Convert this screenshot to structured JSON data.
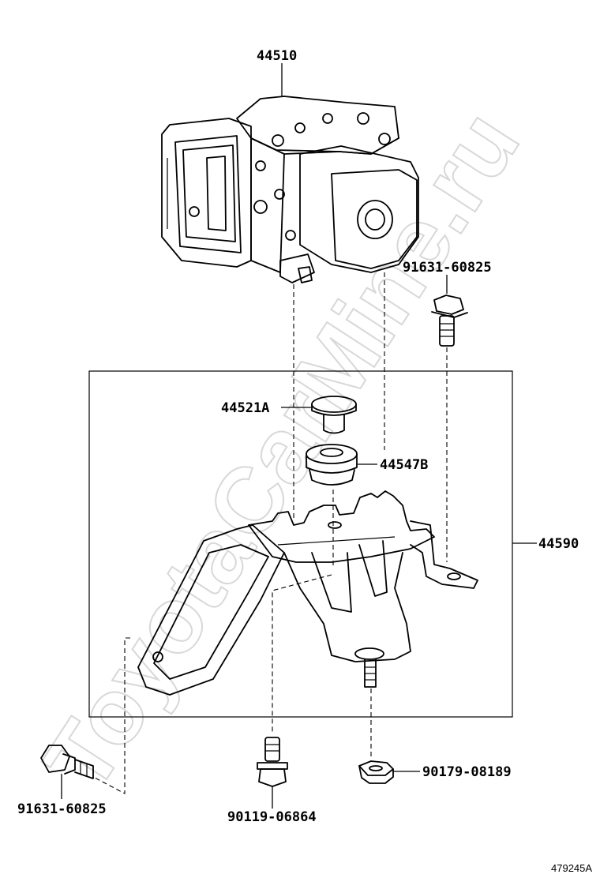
{
  "labels": {
    "actuator": "44510",
    "bolt_top_right": "91631-60825",
    "collar": "44521A",
    "cushion": "44547B",
    "bracket": "44590",
    "bolt_bottom_left": "91631-60825",
    "bolt_bottom_center": "90119-06864",
    "nut": "90179-08189"
  },
  "watermark": "ToyotaCarMine.ru",
  "figure_id": "479245A"
}
